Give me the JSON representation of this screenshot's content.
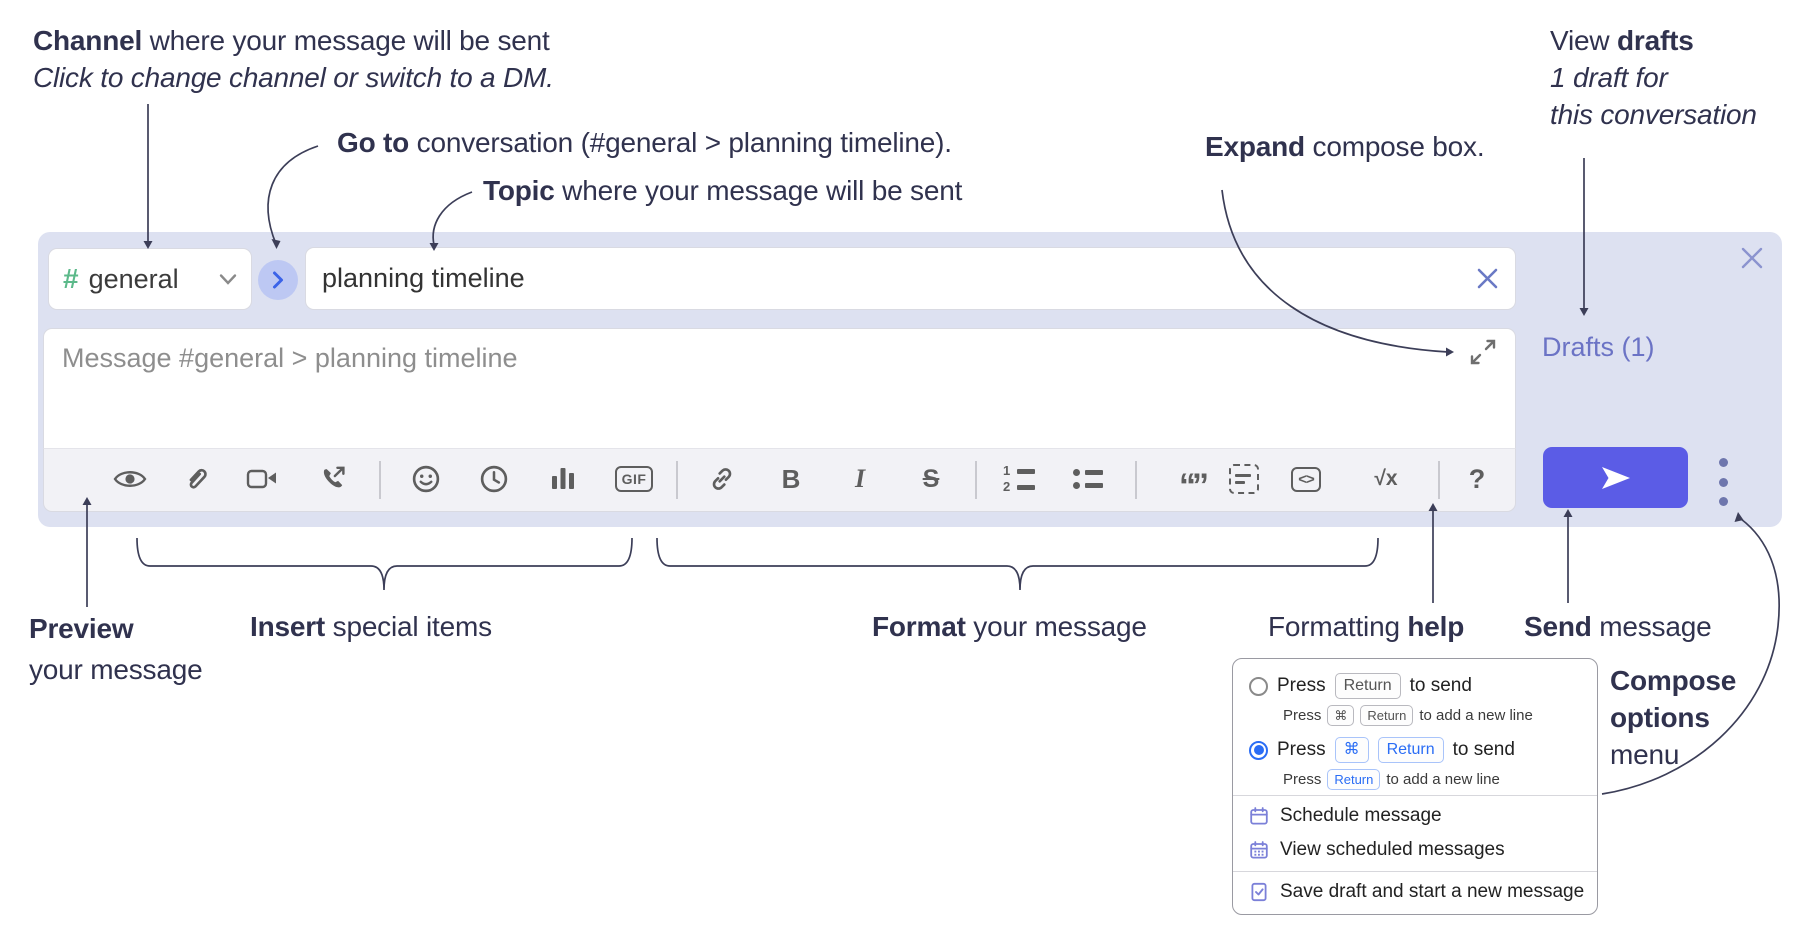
{
  "annotations": {
    "channel_bold": "Channel",
    "channel_rest": " where your message will be sent",
    "channel_sub": "Click to change channel or switch to a DM.",
    "goto_bold": "Go to",
    "goto_rest": " conversation (#general > planning timeline).",
    "topic_bold": "Topic",
    "topic_rest": " where your message will be sent",
    "expand_bold": "Expand",
    "expand_rest": " compose box.",
    "view_drafts_pre": "View ",
    "view_drafts_bold": "drafts",
    "view_drafts_line2": "1 draft for",
    "view_drafts_line3": "this conversation",
    "preview_bold": "Preview",
    "preview_line2": "your message",
    "insert_bold": "Insert",
    "insert_rest": " special items",
    "format_bold": "Format",
    "format_rest": " your message",
    "help_pre": "Formatting ",
    "help_bold": "help",
    "send_bold": "Send",
    "send_rest": " message",
    "compose_options_line1": "Compose",
    "compose_options_line2": "options",
    "compose_options_line3": "menu"
  },
  "compose": {
    "channel_hash": "#",
    "channel_label": "general",
    "topic_value": "planning timeline",
    "message_placeholder": "Message #general > planning timeline",
    "drafts_link": "Drafts (1)",
    "toolbar_glyphs": {
      "bold": "B",
      "italic": "I",
      "strike": "S",
      "gif": "GIF",
      "ol1": "1",
      "ol2": "2",
      "quote": "“”",
      "code": "<>",
      "math": "√x",
      "help": "?"
    }
  },
  "menu": {
    "opt1_main_pre": "Press",
    "opt1_main_key": "Return",
    "opt1_main_post": "to send",
    "opt1_sub_pre": "Press",
    "opt1_sub_key1": "⌘",
    "opt1_sub_key2": "Return",
    "opt1_sub_post": "to add a new line",
    "opt2_main_pre": "Press",
    "opt2_main_key1": "⌘",
    "opt2_main_key2": "Return",
    "opt2_main_post": "to send",
    "opt2_sub_pre": "Press",
    "opt2_sub_key1": "Return",
    "opt2_sub_post": "to add a new line",
    "item_schedule": "Schedule message",
    "item_view_scheduled": "View scheduled messages",
    "item_save_draft": "Save draft and start a new message"
  },
  "colors": {
    "container_bg": "#dde1f1",
    "send_button": "#5b5ce6",
    "drafts_link": "#6b73c5",
    "kbd_blue": "#2a6df5",
    "hash_green": "#5cb98a",
    "icon_gray": "#5e5e5e",
    "annotation_ink": "#30324e",
    "toolbar_bg": "#f2f2f6",
    "goto_circle_bg": "#bdc8f3",
    "goto_chevron": "#3b63e8"
  }
}
